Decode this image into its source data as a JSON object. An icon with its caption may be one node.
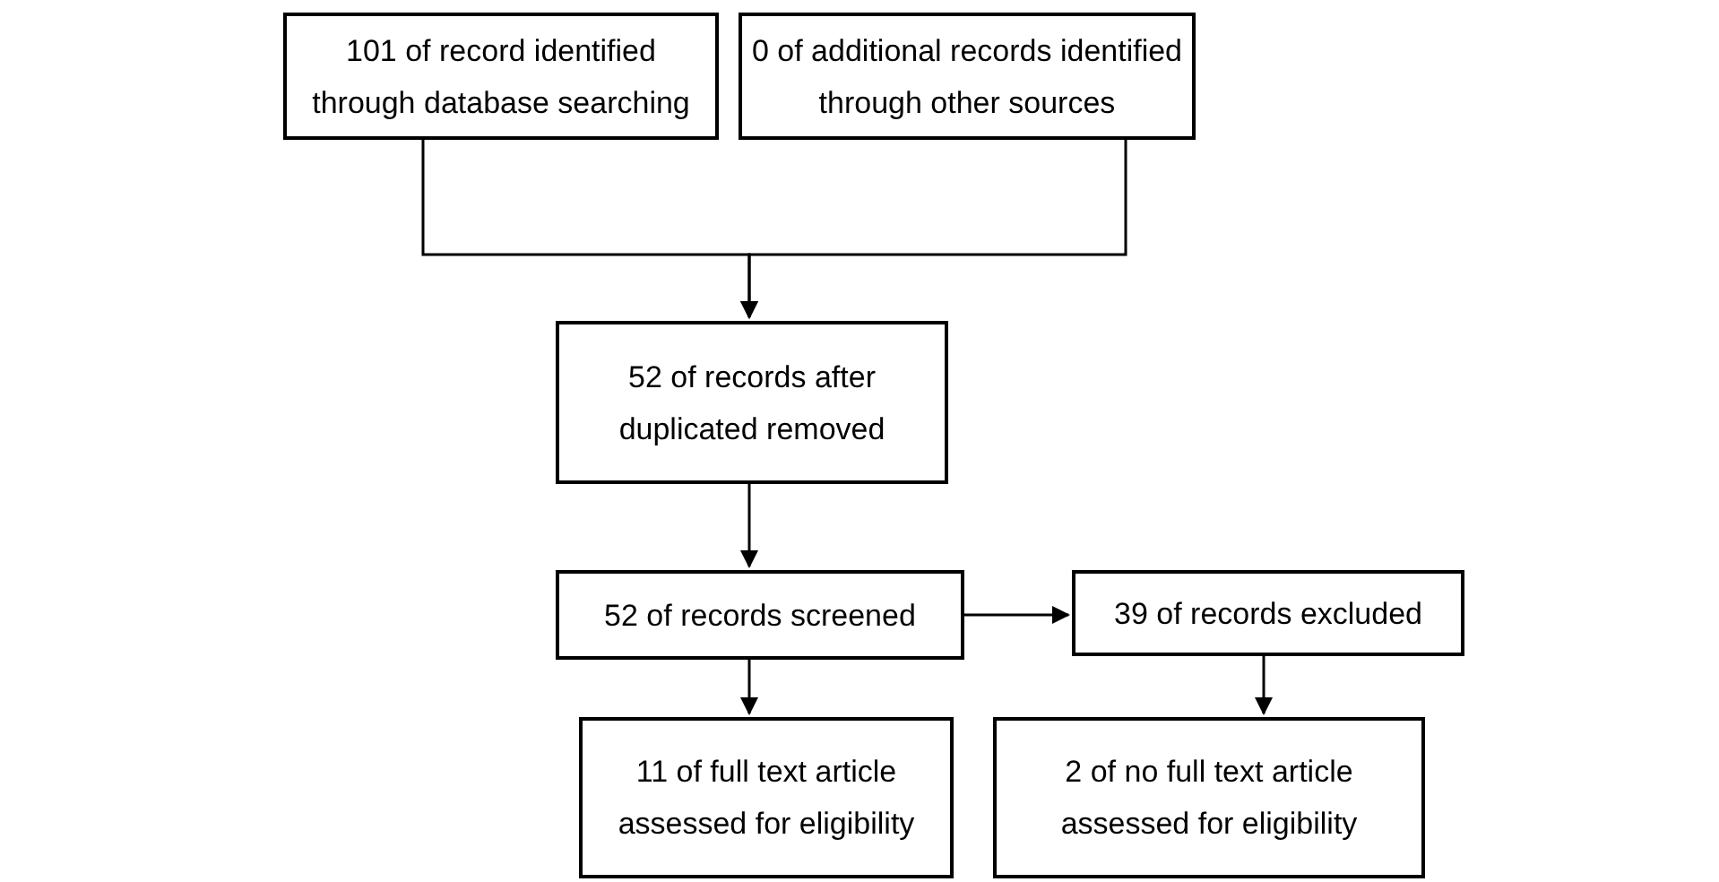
{
  "diagram": {
    "nodes": [
      {
        "text": [
          "101 of record identified through database searching"
        ]
      },
      {
        "text": [
          "0 of additional records identified through other sources"
        ]
      },
      {
        "text": [
          "52 of records after duplicated removed"
        ]
      },
      {
        "text": [
          "52 of records screened"
        ]
      },
      {
        "text": [
          "39 of records excluded"
        ]
      },
      {
        "text": [
          "11 of full text article assessed for eligibility"
        ]
      },
      {
        "text": [
          "2 of no full text article assessed for eligibility"
        ]
      }
    ],
    "edges": [
      {
        "from": 0,
        "to": 2,
        "arrow": "to"
      },
      {
        "from": 1,
        "to": 2,
        "arrow": "to"
      },
      {
        "from": 2,
        "to": 3,
        "arrow": "to"
      },
      {
        "from": 3,
        "to": 4,
        "arrow": "to"
      },
      {
        "from": 3,
        "to": 5,
        "arrow": "to"
      },
      {
        "from": 4,
        "to": 6,
        "arrow": "to"
      }
    ]
  }
}
